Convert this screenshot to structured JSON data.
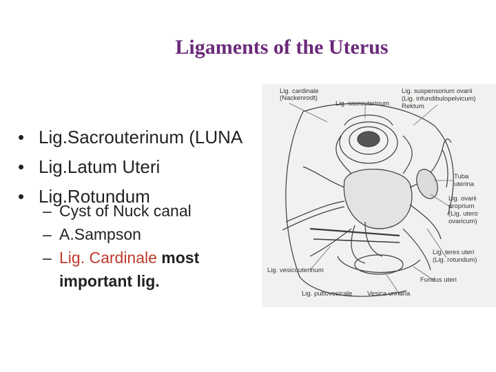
{
  "slide": {
    "title": "Ligaments of the Uterus",
    "bullets": [
      "Lig.Sacrouterinum (LUNA",
      "Lig.Latum Uteri",
      "Lig.Rotundum"
    ],
    "sub_bullets": [
      {
        "text": "Cyst of Nuck canal"
      },
      {
        "text": "A.Sampson"
      },
      {
        "red": "Lig. Cardinale",
        "bold": " most important lig."
      }
    ]
  },
  "figure": {
    "labels": {
      "cardinale_1": "Lig. cardinale",
      "cardinale_2": "(Nackenrodt)",
      "sacrouterinum": "Lig. sacrouterinum",
      "suspensorium_1": "Lig. suspensorium ovarii",
      "suspensorium_2": "(Lig. infundibulopelvicum)",
      "rektum": "Rektum",
      "tuba_1": "Tuba",
      "tuba_2": "uterina",
      "ovarii_1": "Lig. ovarii",
      "ovarii_2": "proprium",
      "ovarii_3": "(Lig. utero",
      "ovarii_4": "ovaricum)",
      "teres_1": "Lig. teres uteri",
      "teres_2": "(Lig. rotundum)",
      "vesicouterinum": "Lig. vesicouterinum",
      "fundus": "Fundus uteri",
      "pubovesicale": "Lig. pubovesicale",
      "vesica": "Vesica urinaria"
    }
  }
}
